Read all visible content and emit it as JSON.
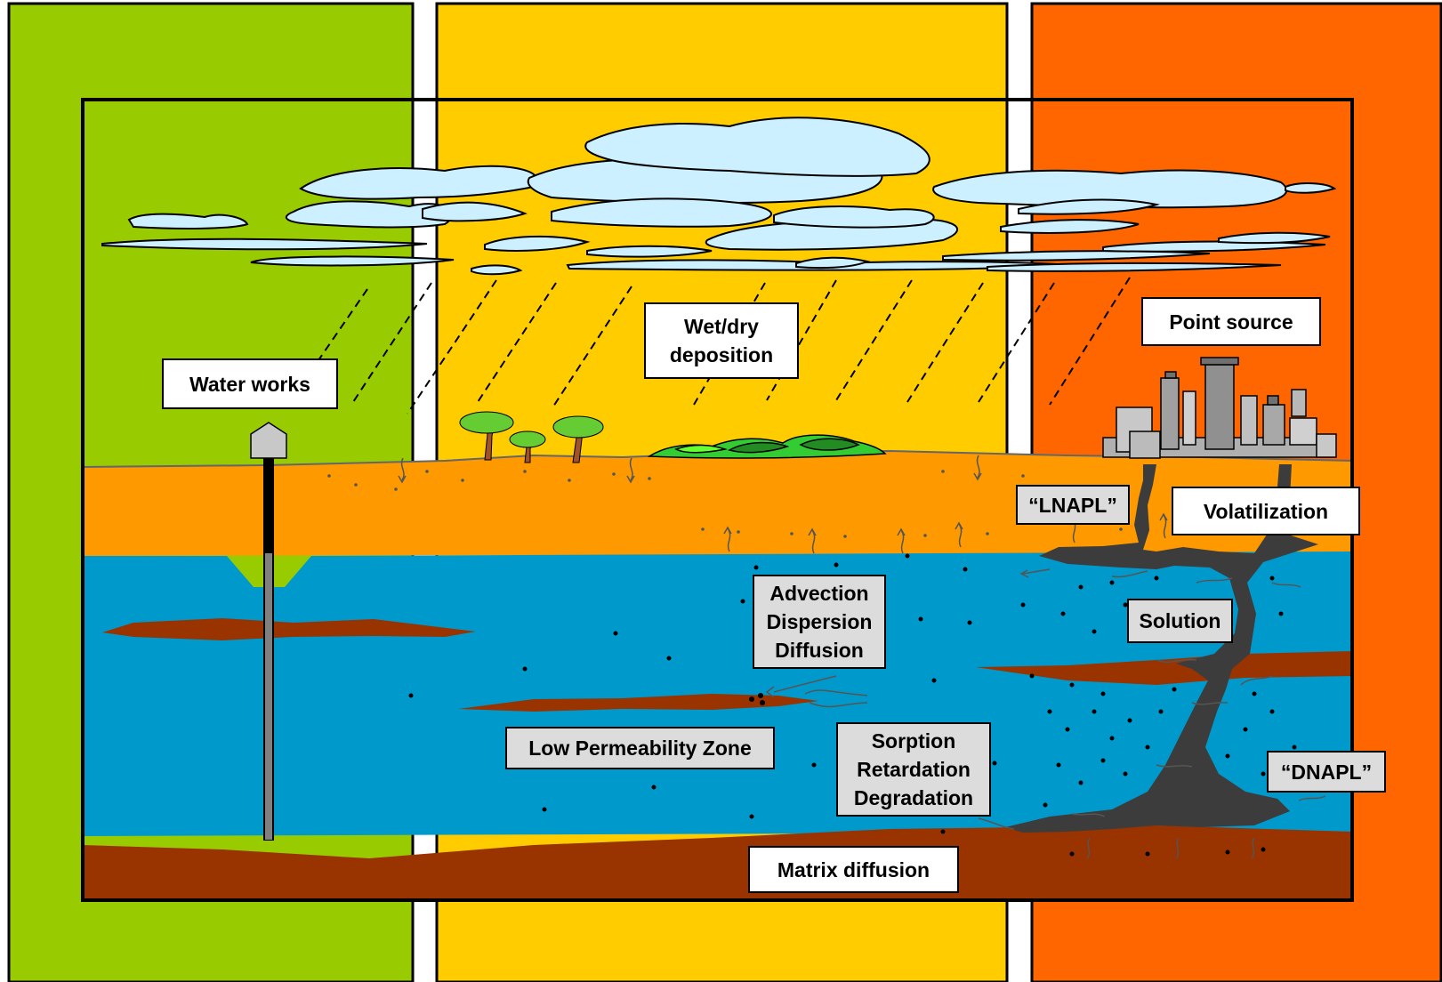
{
  "zones": [
    {
      "name": "left-zone",
      "color": "#99cc00"
    },
    {
      "name": "middle-zone",
      "color": "#ffcc00"
    },
    {
      "name": "right-zone",
      "color": "#ff6600"
    }
  ],
  "colors": {
    "sky": "#ffcc00",
    "soil": "#ff9900",
    "groundwater": "#0099cc",
    "clay": "#993300",
    "cloud": "#ccf0ff",
    "contaminant": "#3c3c3c",
    "vegetation": "#33cc33",
    "tree_crown": "#66cc33",
    "tree_trunk": "#a0522d",
    "label_white": "#ffffff",
    "label_grey": "#dcdcdc"
  },
  "icons": [
    "cloud-icon",
    "tree-icon",
    "shrub-icon",
    "factory-icon",
    "well-icon"
  ],
  "labels": {
    "water_works": "Water works",
    "wet_dry_deposition": "Wet/dry\ndeposition",
    "point_source": "Point source",
    "lnapl": "“LNAPL”",
    "volatilization": "Volatilization",
    "advection": "Advection\nDispersion\nDiffusion",
    "solution": "Solution",
    "low_permeability_zone": "Low Permeability Zone",
    "sorption": "Sorption\nRetardation\nDegradation",
    "dnapl": "“DNAPL”",
    "matrix_diffusion": "Matrix diffusion"
  }
}
